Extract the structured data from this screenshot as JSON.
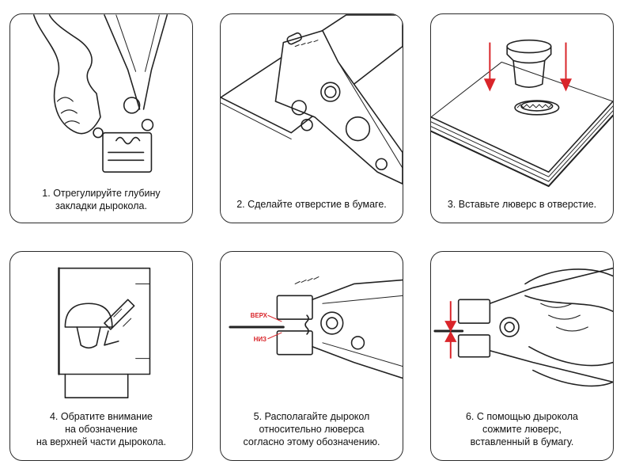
{
  "steps": [
    {
      "lines": [
        "1. Отрегулируйте глубину",
        "закладки дырокола."
      ]
    },
    {
      "lines": [
        "2. Сделайте отверстие в бумаге."
      ]
    },
    {
      "lines": [
        "3. Вставьте люверс в отверстие."
      ]
    },
    {
      "lines": [
        "4. Обратите внимание",
        "на обозначение",
        "на верхней части дырокола."
      ]
    },
    {
      "lines": [
        "5. Располагайте дырокол",
        "относительно люверса",
        "согласно этому обозначению."
      ]
    },
    {
      "lines": [
        "6. С помощью дырокола",
        "сожмите люверс,",
        "вставленный в бумагу."
      ]
    }
  ],
  "labels": {
    "top": "ВЕРХ",
    "bottom": "НИЗ"
  },
  "colors": {
    "outline": "#2a2a2a",
    "arrow": "#d9252a"
  }
}
